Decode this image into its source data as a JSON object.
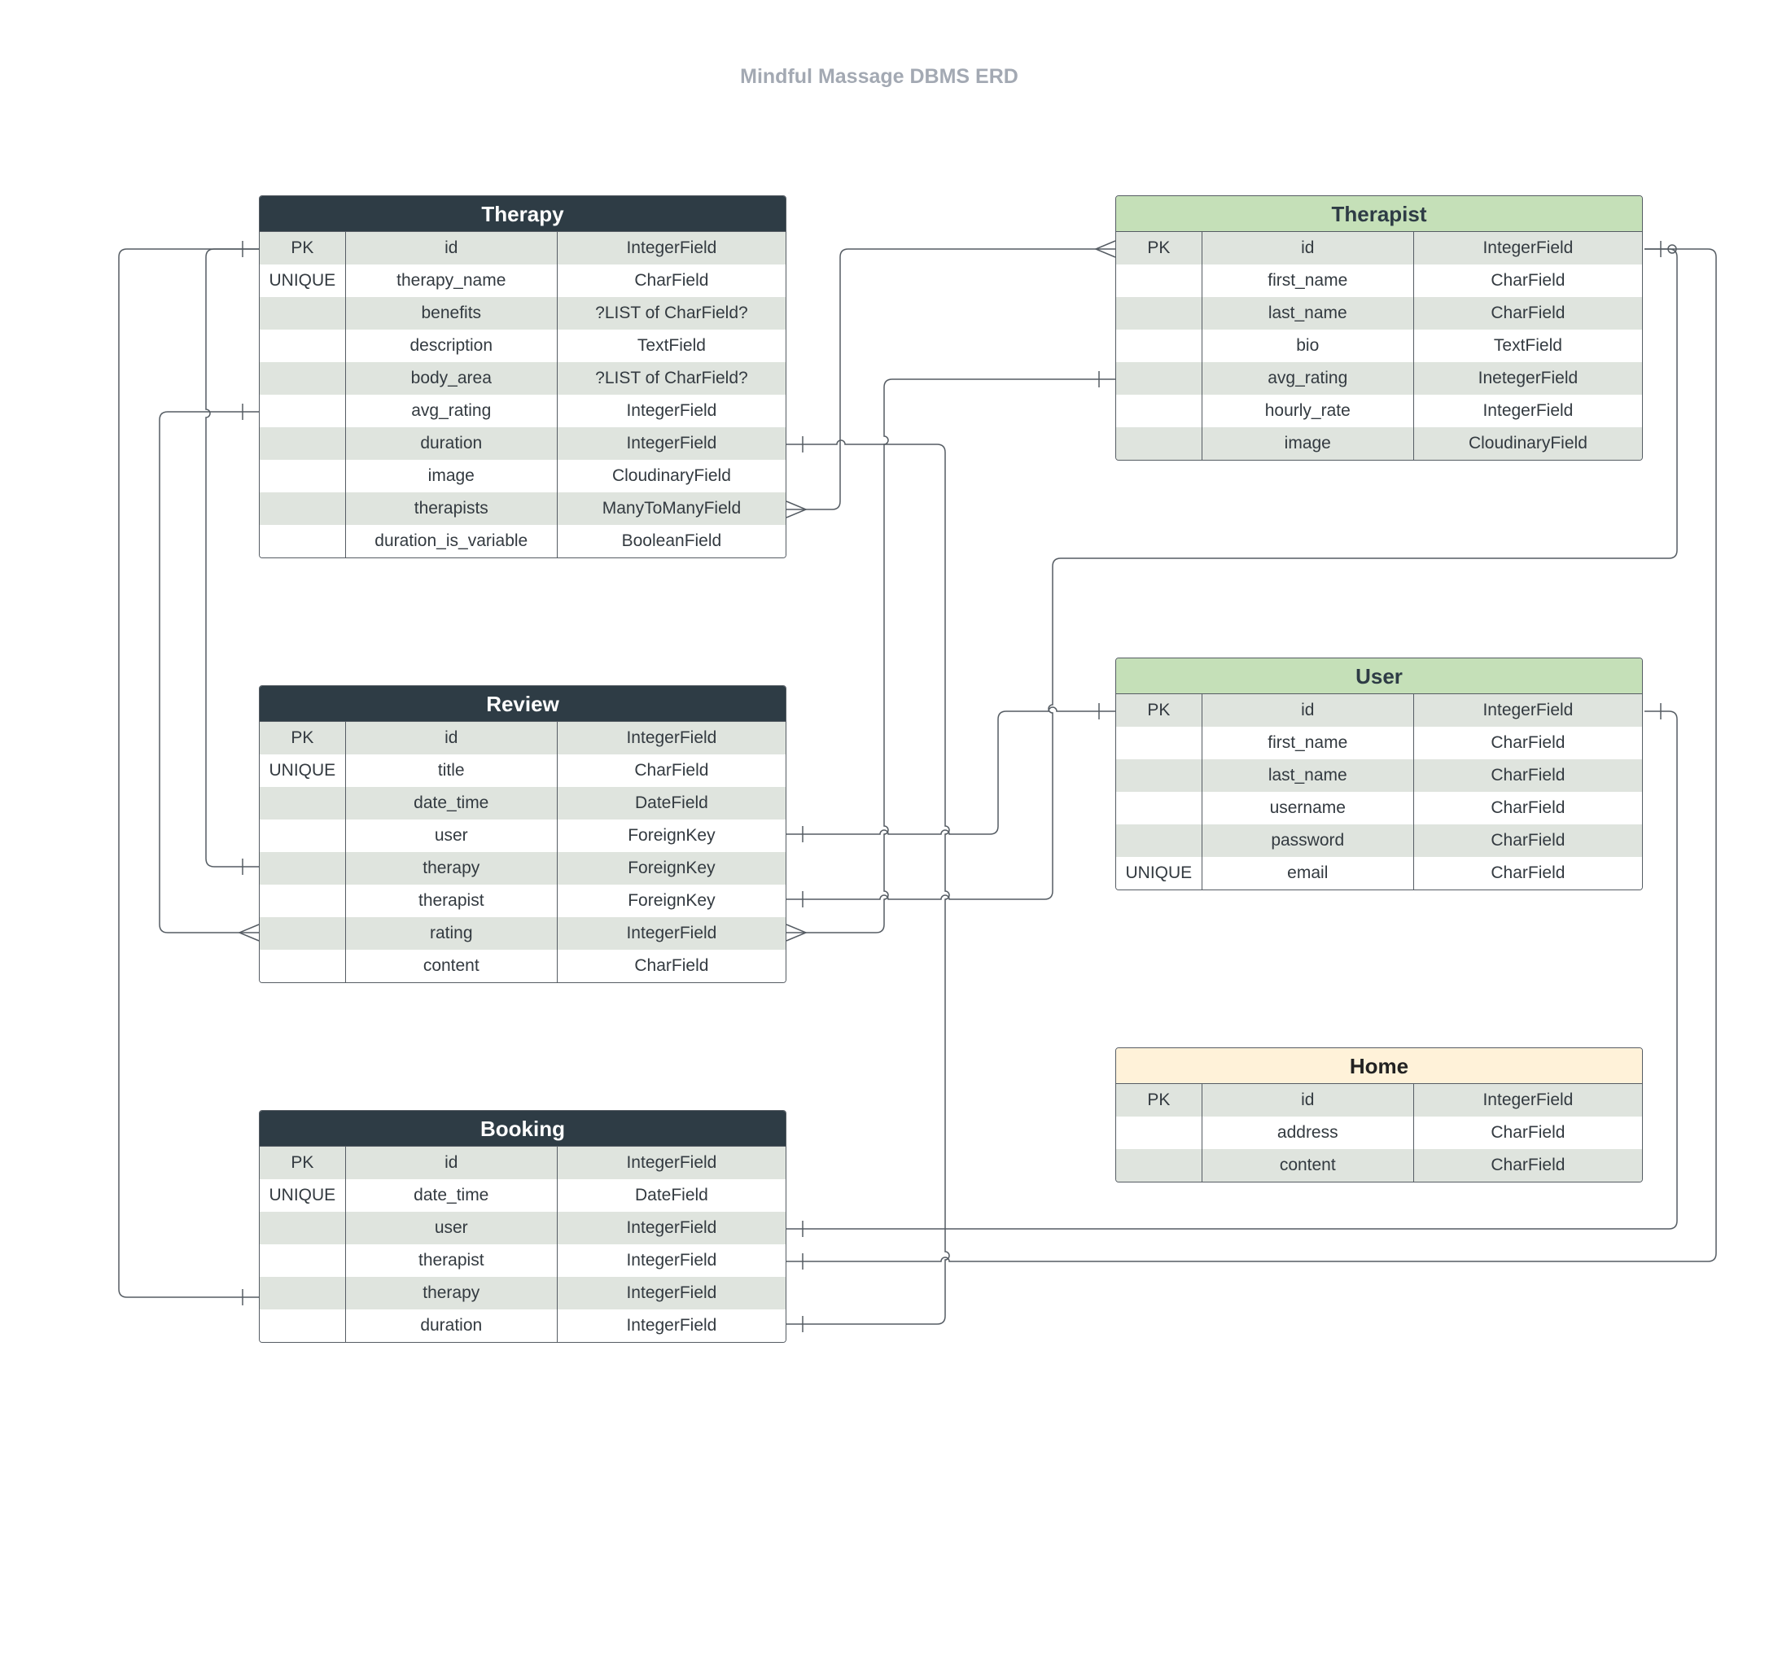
{
  "title": "Mindful Massage DBMS ERD",
  "colors": {
    "dark_header": "#2e3c45",
    "green_header": "#c5e0b8",
    "yellow_header": "#fff2d9",
    "alt_row": "#dfe4de",
    "line": "#555c63"
  },
  "entities": [
    {
      "id": "therapy",
      "name": "Therapy",
      "header_style": "dark",
      "rows": [
        {
          "key": "PK",
          "name": "id",
          "type": "IntegerField"
        },
        {
          "key": "UNIQUE",
          "name": "therapy_name",
          "type": "CharField"
        },
        {
          "key": "",
          "name": "benefits",
          "type": "?LIST of CharField?"
        },
        {
          "key": "",
          "name": "description",
          "type": "TextField"
        },
        {
          "key": "",
          "name": "body_area",
          "type": "?LIST of CharField?"
        },
        {
          "key": "",
          "name": "avg_rating",
          "type": "IntegerField"
        },
        {
          "key": "",
          "name": "duration",
          "type": "IntegerField"
        },
        {
          "key": "",
          "name": "image",
          "type": "CloudinaryField"
        },
        {
          "key": "",
          "name": "therapists",
          "type": "ManyToManyField"
        },
        {
          "key": "",
          "name": "duration_is_variable",
          "type": "BooleanField"
        }
      ]
    },
    {
      "id": "review",
      "name": "Review",
      "header_style": "dark",
      "rows": [
        {
          "key": "PK",
          "name": "id",
          "type": "IntegerField"
        },
        {
          "key": "UNIQUE",
          "name": "title",
          "type": "CharField"
        },
        {
          "key": "",
          "name": "date_time",
          "type": "DateField"
        },
        {
          "key": "",
          "name": "user",
          "type": "ForeignKey"
        },
        {
          "key": "",
          "name": "therapy",
          "type": "ForeignKey"
        },
        {
          "key": "",
          "name": "therapist",
          "type": "ForeignKey"
        },
        {
          "key": "",
          "name": "rating",
          "type": "IntegerField"
        },
        {
          "key": "",
          "name": "content",
          "type": "CharField"
        }
      ]
    },
    {
      "id": "booking",
      "name": "Booking",
      "header_style": "dark",
      "rows": [
        {
          "key": "PK",
          "name": "id",
          "type": "IntegerField"
        },
        {
          "key": "UNIQUE",
          "name": "date_time",
          "type": "DateField"
        },
        {
          "key": "",
          "name": "user",
          "type": "IntegerField"
        },
        {
          "key": "",
          "name": "therapist",
          "type": "IntegerField"
        },
        {
          "key": "",
          "name": "therapy",
          "type": "IntegerField"
        },
        {
          "key": "",
          "name": "duration",
          "type": "IntegerField"
        }
      ]
    },
    {
      "id": "therapist",
      "name": "Therapist",
      "header_style": "green",
      "rows": [
        {
          "key": "PK",
          "name": "id",
          "type": "IntegerField"
        },
        {
          "key": "",
          "name": "first_name",
          "type": "CharField"
        },
        {
          "key": "",
          "name": "last_name",
          "type": "CharField"
        },
        {
          "key": "",
          "name": "bio",
          "type": "TextField"
        },
        {
          "key": "",
          "name": "avg_rating",
          "type": "InetegerField"
        },
        {
          "key": "",
          "name": "hourly_rate",
          "type": "IntegerField"
        },
        {
          "key": "",
          "name": "image",
          "type": "CloudinaryField"
        }
      ]
    },
    {
      "id": "user",
      "name": "User",
      "header_style": "green",
      "rows": [
        {
          "key": "PK",
          "name": "id",
          "type": "IntegerField"
        },
        {
          "key": "",
          "name": "first_name",
          "type": "CharField"
        },
        {
          "key": "",
          "name": "last_name",
          "type": "CharField"
        },
        {
          "key": "",
          "name": "username",
          "type": "CharField"
        },
        {
          "key": "",
          "name": "password",
          "type": "CharField"
        },
        {
          "key": "UNIQUE",
          "name": "email",
          "type": "CharField"
        }
      ]
    },
    {
      "id": "home",
      "name": "Home",
      "header_style": "yellow",
      "rows": [
        {
          "key": "PK",
          "name": "id",
          "type": "IntegerField"
        },
        {
          "key": "",
          "name": "address",
          "type": "CharField"
        },
        {
          "key": "",
          "name": "content",
          "type": "CharField"
        }
      ]
    }
  ],
  "relationships": [
    {
      "from": "therapy.id",
      "to": "booking.therapy",
      "from_end": "one",
      "to_end": "one"
    },
    {
      "from": "therapy.id",
      "to": "review.therapy",
      "from_end": "one",
      "to_end": "one"
    },
    {
      "from": "therapy.avg_rating",
      "to": "review.rating",
      "from_end": "one",
      "to_end": "many"
    },
    {
      "from": "therapy.duration",
      "to": "booking.duration",
      "from_end": "one",
      "to_end": "one"
    },
    {
      "from": "therapy.therapists",
      "to": "therapist.id",
      "from_end": "many",
      "to_end": "many"
    },
    {
      "from": "therapist.avg_rating",
      "to": "review.rating",
      "from_end": "one",
      "to_end": "many"
    },
    {
      "from": "therapist.id",
      "to": "review.therapist",
      "from_end": "one-optional",
      "to_end": "one"
    },
    {
      "from": "therapist.id",
      "to": "booking.therapist",
      "from_end": "one",
      "to_end": "one"
    },
    {
      "from": "user.id",
      "to": "review.user",
      "from_end": "one",
      "to_end": "one"
    },
    {
      "from": "user.id",
      "to": "booking.user",
      "from_end": "one",
      "to_end": "one"
    }
  ]
}
